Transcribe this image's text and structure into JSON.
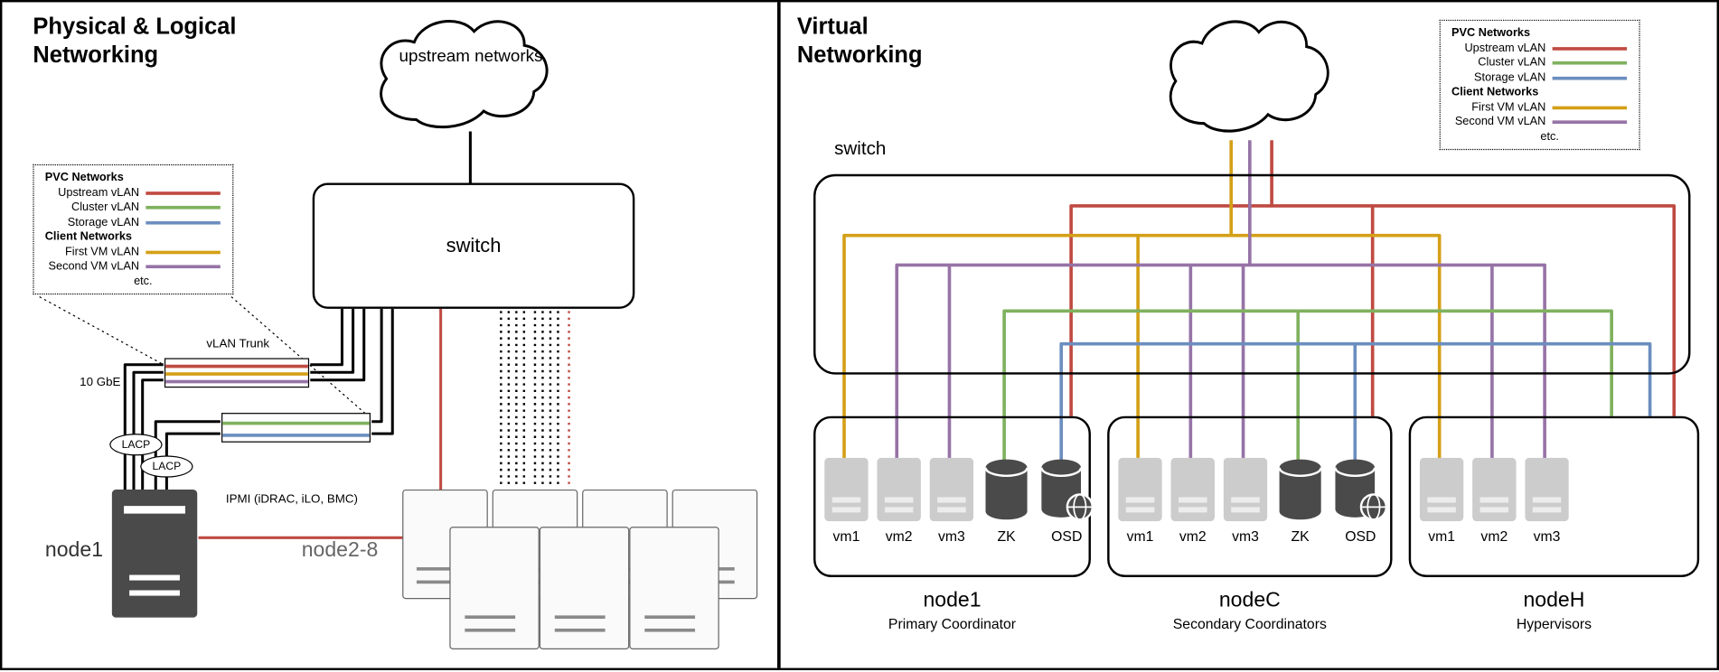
{
  "colors": {
    "upstream": "#bf4a41",
    "cluster": "#7fb15e",
    "storage": "#6c8ebf",
    "first_vm": "#d4a017",
    "second_vm": "#9673a6",
    "cable": "#000000",
    "server_dark": "#4a4a4a",
    "icon_gray": "#cccccc"
  },
  "legend": {
    "pvc_heading": "PVC Networks",
    "client_heading": "Client Networks",
    "items": {
      "upstream": "Upstream vLAN",
      "cluster": "Cluster vLAN",
      "storage": "Storage vLAN",
      "first_vm": "First VM vLAN",
      "second_vm": "Second VM vLAN"
    },
    "footer": "etc."
  },
  "left_panel": {
    "title": "Physical & Logical Networking",
    "cloud_label": "upstream networks",
    "switch_label": "switch",
    "vlan_trunk_label": "vLAN Trunk",
    "speed_label": "10 GbE",
    "lacp_label": "LACP",
    "ipmi_label": "IPMI (iDRAC, iLO, BMC)",
    "node1_label": "node1",
    "node_group_label": "node2-8"
  },
  "right_panel": {
    "title": "Virtual Networking",
    "switch_label": "switch",
    "nodes": [
      {
        "name": "node1",
        "role": "Primary Coordinator",
        "vms": [
          "vm1",
          "vm2",
          "vm3"
        ],
        "services": [
          "ZK",
          "OSD"
        ]
      },
      {
        "name": "nodeC",
        "role": "Secondary Coordinators",
        "vms": [
          "vm1",
          "vm2",
          "vm3"
        ],
        "services": [
          "ZK",
          "OSD"
        ]
      },
      {
        "name": "nodeH",
        "role": "Hypervisors",
        "vms": [
          "vm1",
          "vm2",
          "vm3"
        ],
        "services": []
      }
    ]
  }
}
